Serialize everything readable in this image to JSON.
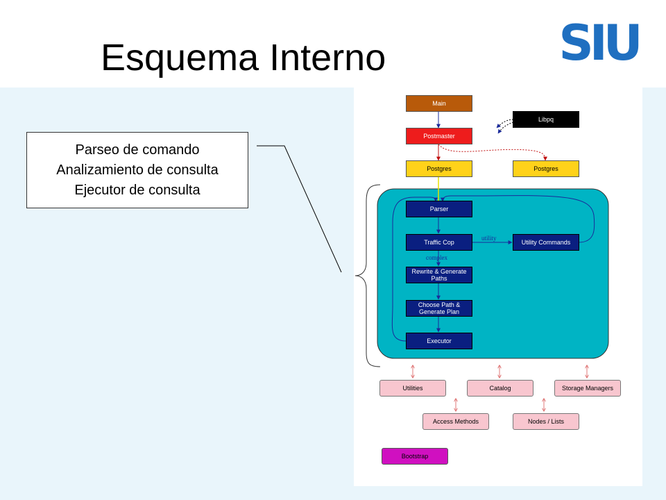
{
  "slide": {
    "title": "Esquema Interno"
  },
  "logo": {
    "text": "SIU",
    "icon": "siu-logo"
  },
  "callout": {
    "lines": [
      "Parseo de comando",
      "Analizamiento de consulta",
      "Ejecutor de consulta"
    ]
  },
  "diagram": {
    "nodes": {
      "main": "Main",
      "libpq": "Libpq",
      "postmaster": "Postmaster",
      "postgres_left": "Postgres",
      "postgres_right": "Postgres",
      "parser": "Parser",
      "traffic_cop": "Traffic Cop",
      "utility_commands": "Utility Commands",
      "rewrite": "Rewrite & Generate Paths",
      "choose_path": "Choose Path & Generate Plan",
      "executor": "Executor",
      "utilities": "Utilities",
      "catalog": "Catalog",
      "storage_managers": "Storage Managers",
      "access_methods": "Access Methods",
      "nodes_lists": "Nodes / Lists",
      "bootstrap": "Bootstrap"
    },
    "edge_labels": {
      "utility": "utility",
      "complex": "complex"
    },
    "colors": {
      "main": "#b85a0a",
      "postmaster": "#ee1c1c",
      "postgres": "#ffd21a",
      "dark_box": "#0a1f80",
      "panel": "#00b4c4",
      "module": "#f8c6cf",
      "bootstrap": "#d010c0"
    }
  }
}
